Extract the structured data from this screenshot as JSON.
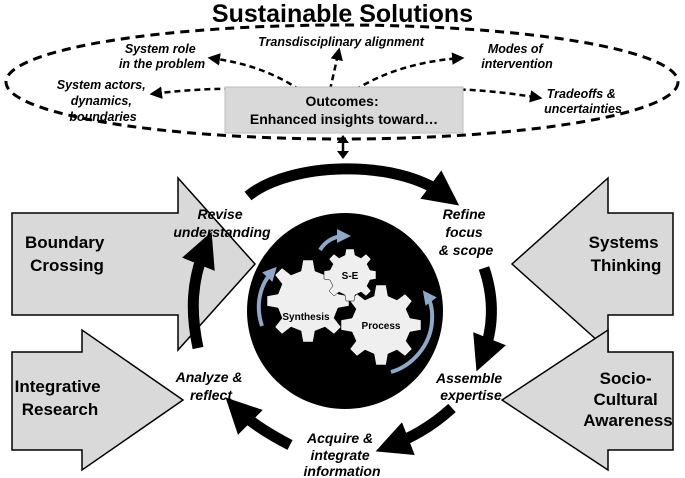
{
  "title": "Sustainable Solutions",
  "outcomes": {
    "line1": "Outcomes:",
    "line2": "Enhanced insights toward…"
  },
  "insights": {
    "system_role": [
      "System role",
      "in the problem"
    ],
    "transdisciplinary": "Transdisciplinary alignment",
    "modes": [
      "Modes of",
      "intervention"
    ],
    "system_actors": [
      "System actors,",
      "dynamics,",
      "boundaries"
    ],
    "tradeoffs": [
      "Tradeoffs &",
      "uncertainties"
    ]
  },
  "cycle_steps": {
    "revise": [
      "Revise",
      "understanding"
    ],
    "refine": [
      "Refine",
      "focus",
      "& scope"
    ],
    "assemble": [
      "Assemble",
      "expertise"
    ],
    "acquire": [
      "Acquire &",
      "integrate",
      "information"
    ],
    "analyze": [
      "Analyze &",
      "reflect"
    ]
  },
  "gears": {
    "synthesis": "Synthesis",
    "process": "Process",
    "se": "S-E"
  },
  "side_arrows": {
    "boundary_crossing": [
      "Boundary",
      "Crossing"
    ],
    "integrative_research": [
      "Integrative",
      "Research"
    ],
    "systems_thinking": [
      "Systems",
      "Thinking"
    ],
    "socio_cultural": [
      "Socio-",
      "Cultural",
      "Awareness"
    ]
  },
  "colors": {
    "arrow_fill": "#d9d9d9",
    "outcome_box": "#d9d9d9",
    "center_disc": "#000000",
    "gear_fill": "#efefef",
    "rotation_arrow": "#8fa8c8"
  }
}
